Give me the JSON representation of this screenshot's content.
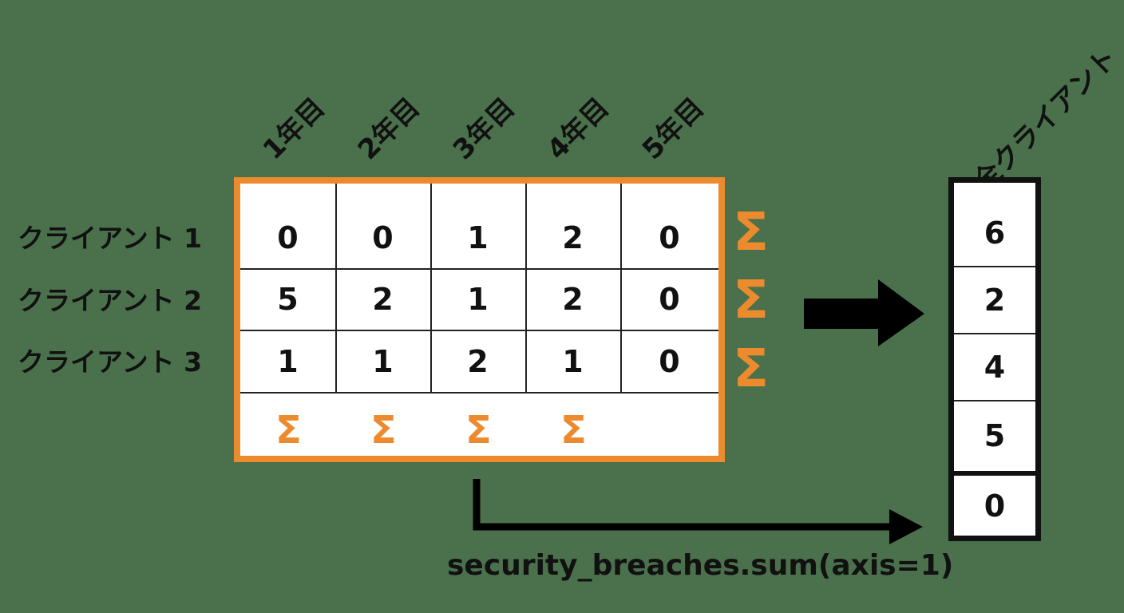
{
  "columns": [
    "1年目",
    "2年目",
    "3年目",
    "4年目",
    "5年目"
  ],
  "rows": [
    {
      "label": "クライアント 1",
      "values": [
        "0",
        "0",
        "1",
        "2",
        "0"
      ]
    },
    {
      "label": "クライアント 2",
      "values": [
        "5",
        "2",
        "1",
        "2",
        "0"
      ]
    },
    {
      "label": "クライアント 3",
      "values": [
        "1",
        "1",
        "2",
        "1",
        "0"
      ]
    }
  ],
  "sigma_symbol": "Σ",
  "result": {
    "title": "全クライアント",
    "values": [
      "6",
      "2",
      "4",
      "5",
      "0"
    ]
  },
  "code_label": "security_breaches.sum(axis=1)",
  "colors": {
    "background": "#4b714c",
    "accent": "#ec8a2e",
    "text": "#111111"
  },
  "icons": [
    "right-arrow-icon",
    "elbow-arrow-icon"
  ]
}
